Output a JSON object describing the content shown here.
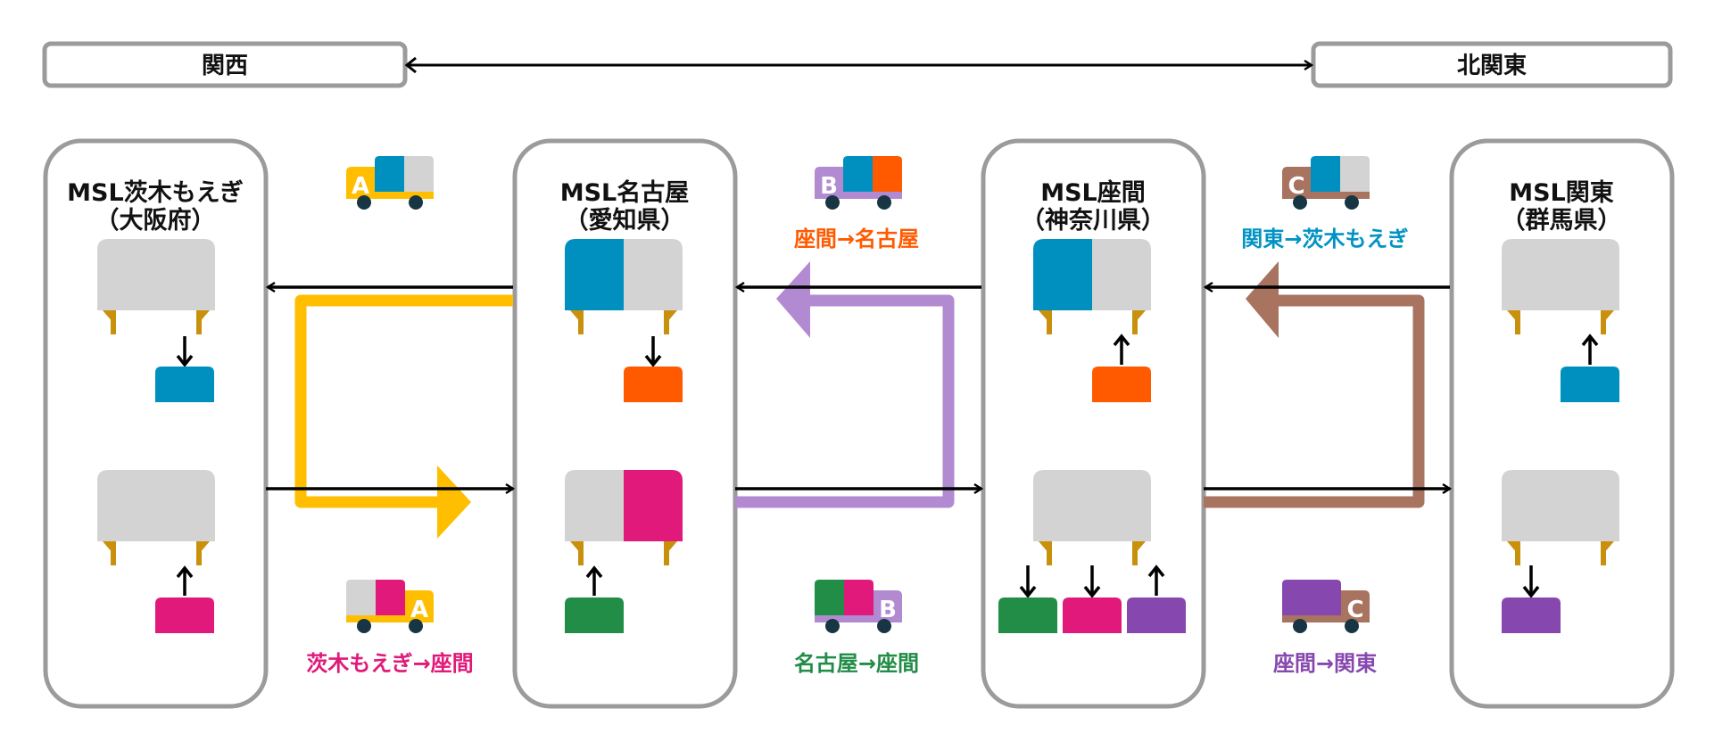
{
  "colors": {
    "border": "#9b9b9b",
    "gray": "#d3d3d3",
    "leg": "#c9900c",
    "blue": "#0090bf",
    "orange": "#ff5a00",
    "pink": "#e0197a",
    "green": "#218d47",
    "purple": "#8647ae",
    "yellow": "#ffbe00",
    "lavender": "#b18ad1",
    "brown": "#a8735f",
    "wheel": "#173543",
    "cyan_text": "#0093c4"
  },
  "regions": {
    "left": "関西",
    "right": "北関東"
  },
  "locations": [
    {
      "name": "MSL茨木もえぎ",
      "pref": "（大阪府）"
    },
    {
      "name": "MSL名古屋",
      "pref": "（愛知県）"
    },
    {
      "name": "MSL座間",
      "pref": "（神奈川県）"
    },
    {
      "name": "MSL関東",
      "pref": "（群馬県）"
    }
  ],
  "trucks": [
    {
      "id": "A",
      "route_top": "",
      "route_bottom": "茨木もえぎ→座間",
      "color": "#ffbe00",
      "label_color": "#e0197a"
    },
    {
      "id": "B",
      "route_top": "座間→名古屋",
      "route_bottom": "名古屋→座間",
      "color": "#b18ad1",
      "top_label_color": "#ff5a00",
      "bottom_label_color": "#218d47"
    },
    {
      "id": "C",
      "route_top": "関東→茨木もえぎ",
      "route_bottom": "座間→関東",
      "color": "#a8735f",
      "top_label_color": "#0093c4",
      "bottom_label_color": "#8647ae"
    }
  ],
  "truck_letters": {
    "a": "A",
    "b": "B",
    "c": "C"
  },
  "route_labels": {
    "a_bottom": "茨木もえぎ→座間",
    "b_top": "座間→名古屋",
    "b_bottom": "名古屋→座間",
    "c_top": "関東→茨木もえぎ",
    "c_bottom": "座間→関東"
  }
}
